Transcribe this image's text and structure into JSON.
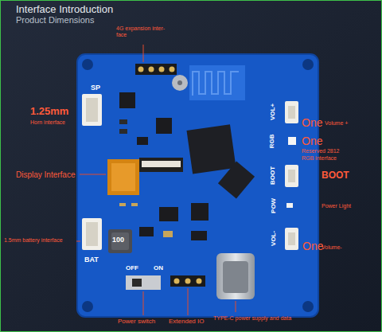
{
  "diagram": {
    "title": "Interface Introduction",
    "labels": [
      "Product Dimensions",
      "4G expansion inter- face",
      "SP",
      "1.25mm",
      "Horn interface",
      "Display Interface",
      "1.5mm battery interface",
      "BAT",
      "100",
      "OFF",
      "ON",
      "Power switch",
      "Extended IO",
      "TYPE-C power supply and data",
      "VOL+",
      "One",
      "Volume +",
      "RGB",
      "One",
      "Reserved 2812",
      "RGB interface",
      "BOOT",
      "BOOT",
      "POW",
      "Power Light",
      "VOL-",
      "One",
      "Volume-"
    ]
  }
}
